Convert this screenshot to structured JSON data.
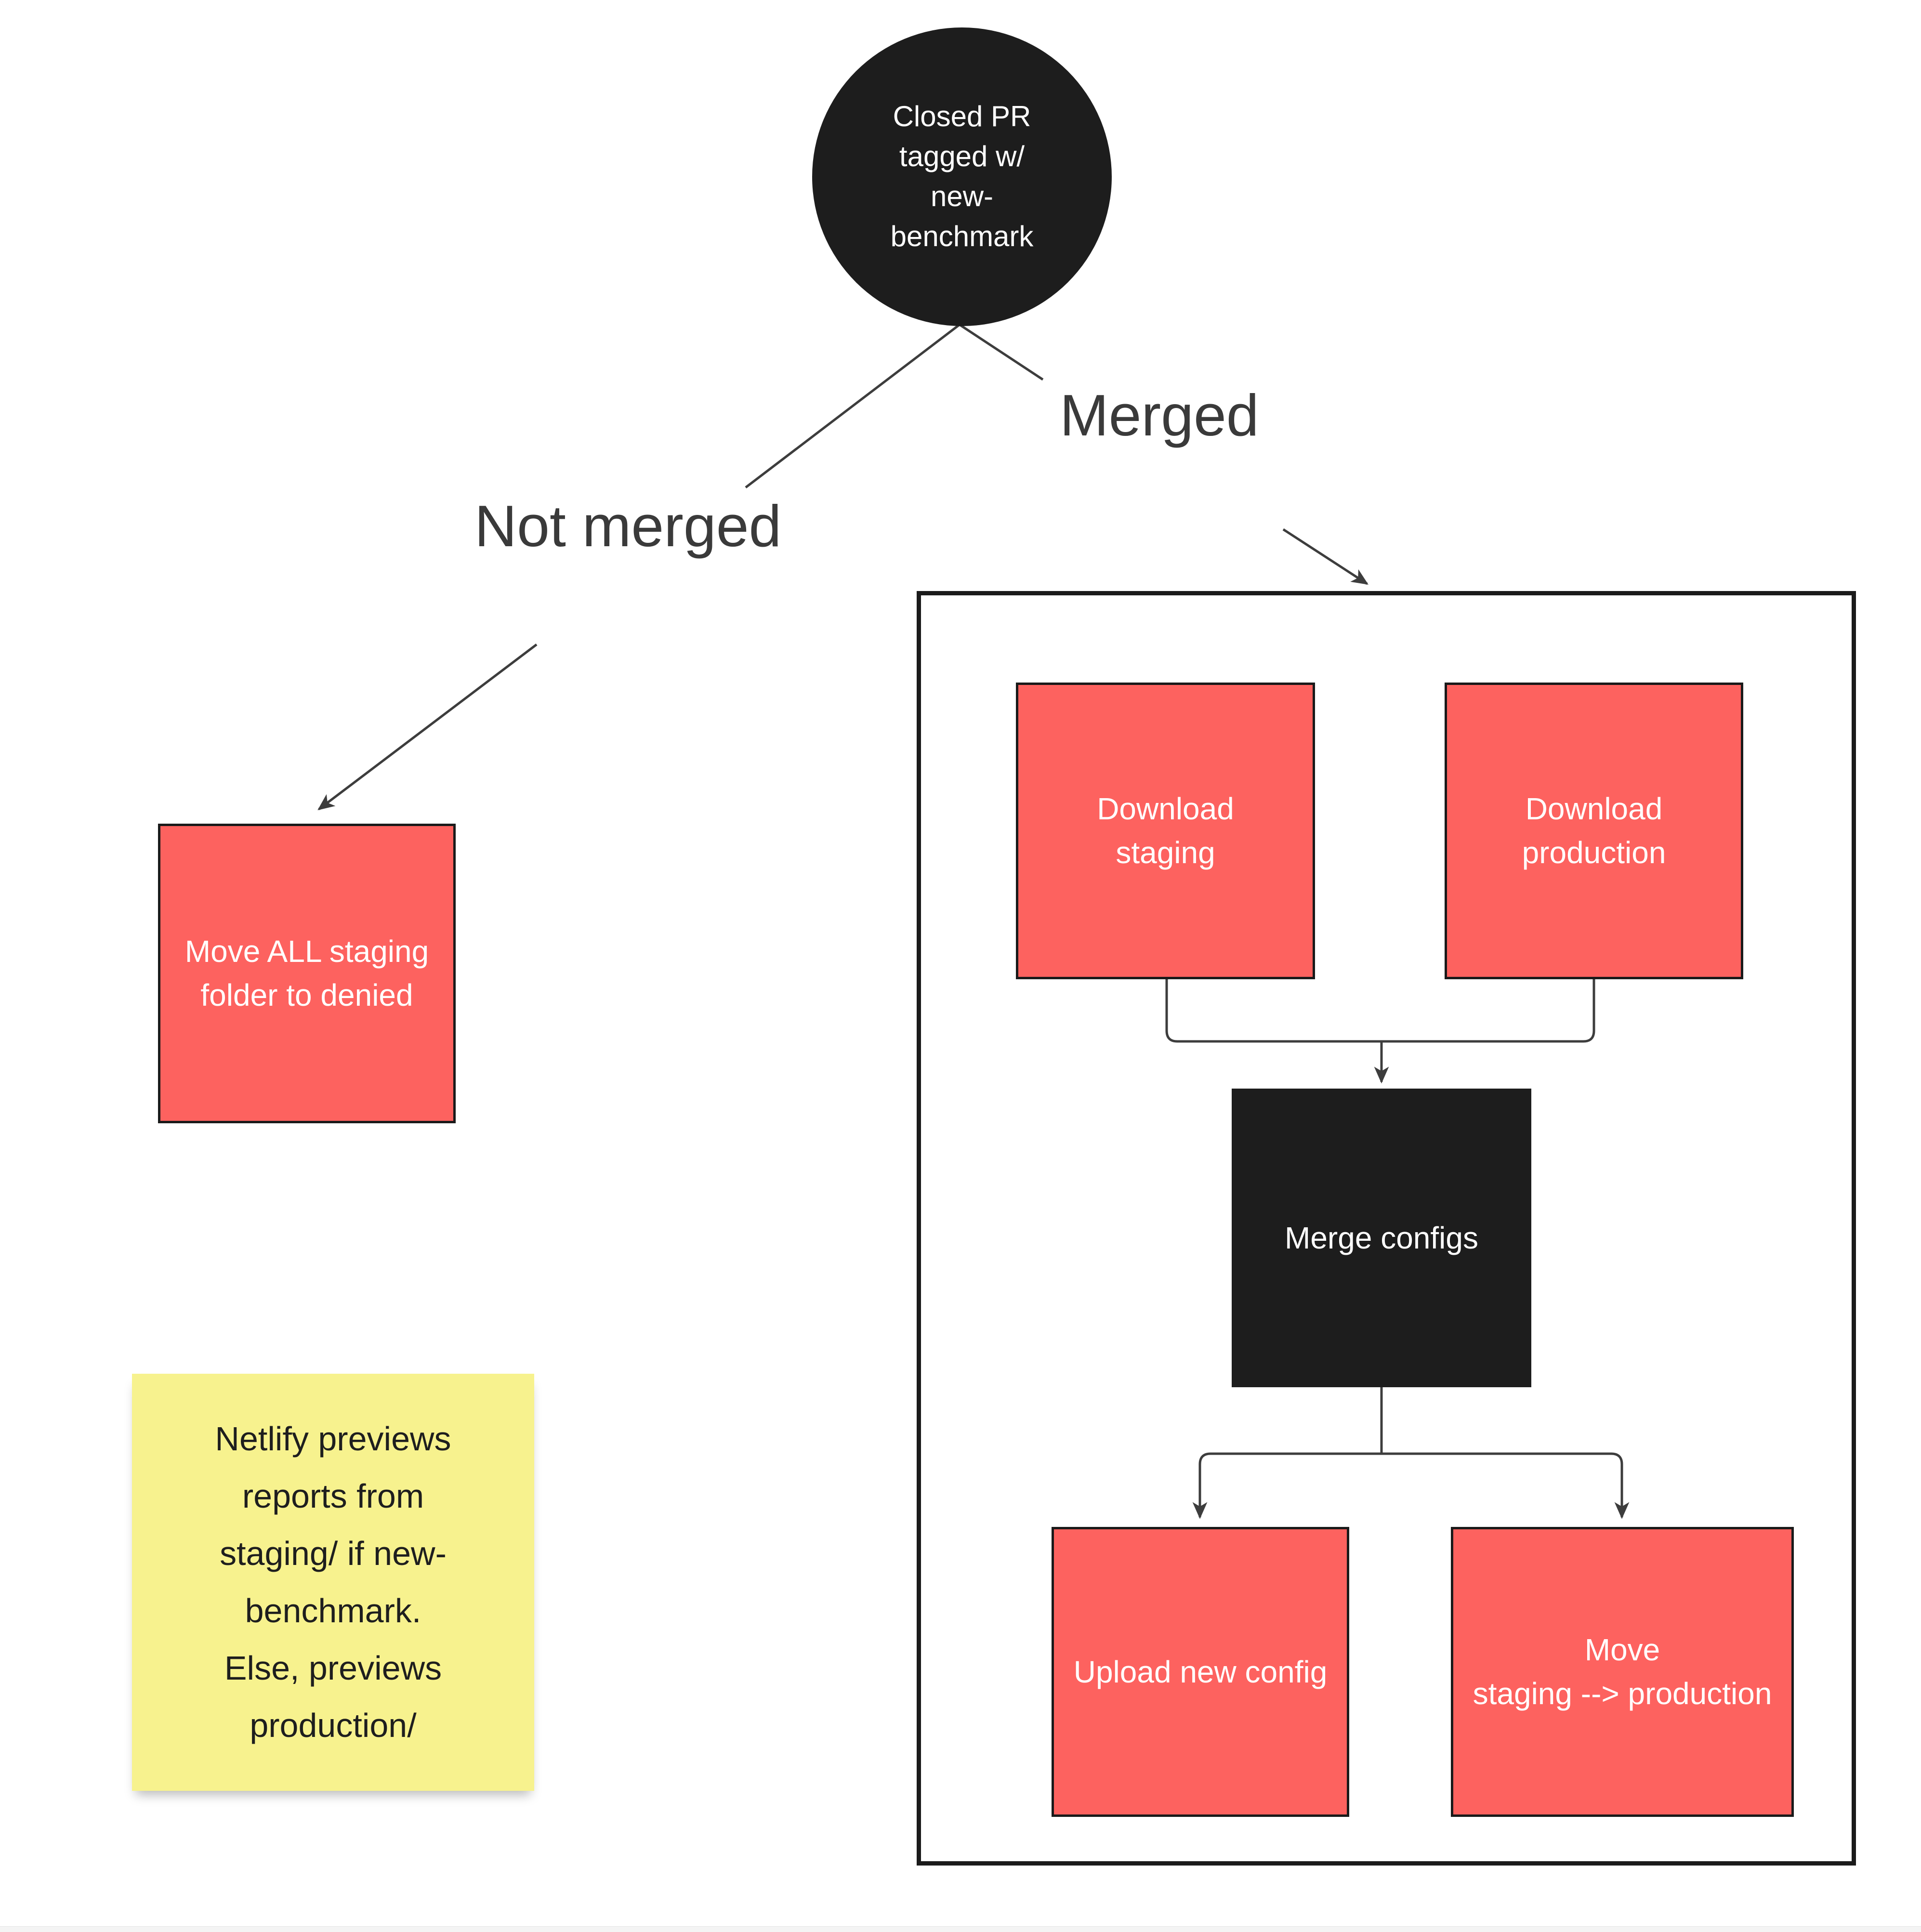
{
  "colors": {
    "node_red": "#fd625f",
    "node_black": "#1d1d1d",
    "note_yellow": "#f7f28e",
    "line_color": "#3d3d3d",
    "label_dark": "#3a3a3a",
    "text_light": "#ffffff"
  },
  "labels": {
    "not_merged": "Not merged",
    "merged": "Merged"
  },
  "nodes": {
    "start": {
      "label": "Closed PR\ntagged w/\nnew-\nbenchmark"
    },
    "move_all_staging": {
      "label": "Move ALL staging\nfolder to denied"
    },
    "download_staging": {
      "label": "Download\nstaging"
    },
    "download_production": {
      "label": "Download\nproduction"
    },
    "merge_configs": {
      "label": "Merge configs"
    },
    "upload_new_config": {
      "label": "Upload new config"
    },
    "move_staging_to_production": {
      "label": "Move\nstaging --> production"
    },
    "sticky_note": {
      "text": "Netlify previews\nreports from\nstaging/ if new-\nbenchmark.\nElse, previews\nproduction/"
    }
  }
}
